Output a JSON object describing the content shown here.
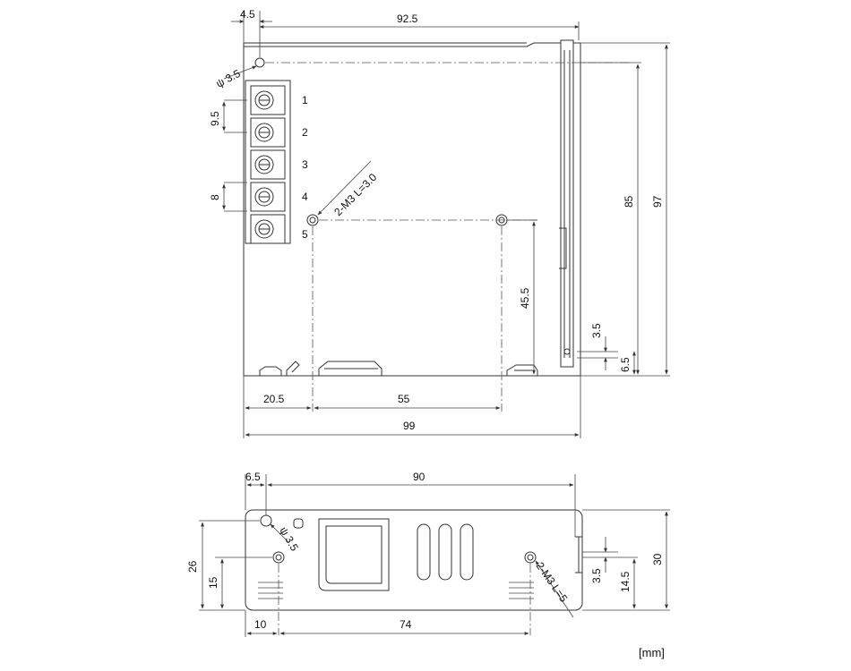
{
  "units": "[mm]",
  "top_view": {
    "dimensions": {
      "offset_left": "4.5",
      "width_top": "92.5",
      "hole_dia": "ψ 3.5",
      "terminal_pitch": "9.5",
      "terminal_gap": "8",
      "mount_screws": "2-M3 L=3.0",
      "height_85": "85",
      "height_97": "97",
      "hole_height": "45.5",
      "bottom_3_5": "3.5",
      "bottom_6_5": "6.5",
      "left_20_5": "20.5",
      "span_55": "55",
      "width_99": "99"
    },
    "terminals": [
      "1",
      "2",
      "3",
      "4",
      "5"
    ]
  },
  "side_view": {
    "dimensions": {
      "offset_left": "6.5",
      "width_90": "90",
      "hole_dia": "ψ 3.5",
      "height_26": "26",
      "height_15": "15",
      "height_30": "30",
      "right_3_5": "3.5",
      "right_14_5": "14.5",
      "mount_screws": "2-M3 L=5",
      "left_10": "10",
      "span_74": "74"
    }
  }
}
